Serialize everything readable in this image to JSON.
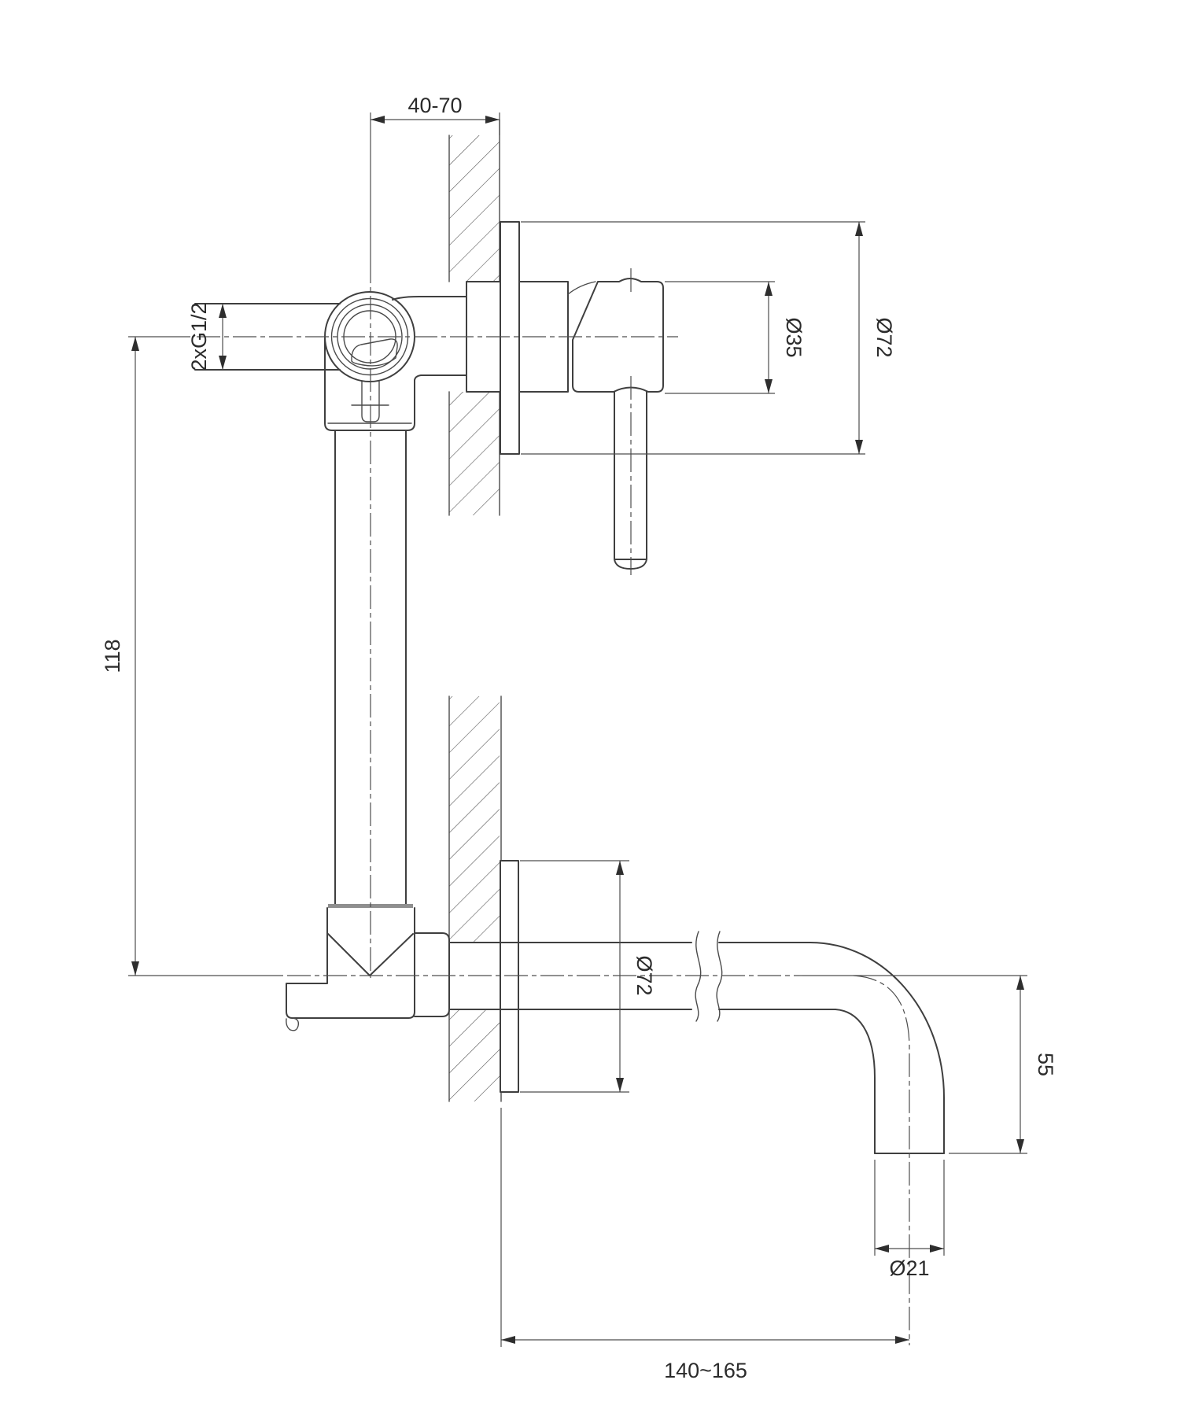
{
  "drawing": {
    "background": "#ffffff",
    "line_color": "#3f3f3f",
    "dimension_text_color": "#2b2b2b",
    "hatch_color": "#565656",
    "dimensions": {
      "installation_depth": "40-70",
      "inlet_connections": "2xG1/2",
      "handle_diameter": "Ø35",
      "mixer_escutcheon_diameter": "Ø72",
      "mixer_to_spout_distance": "118",
      "spout_escutcheon_diameter": "Ø72",
      "spout_height_drop": "55",
      "spout_tube_diameter": "Ø21",
      "spout_projection": "140~165"
    }
  }
}
